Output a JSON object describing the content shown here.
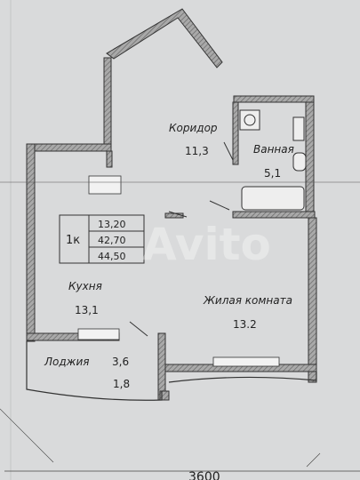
{
  "rooms": {
    "corridor": {
      "name": "Коридор",
      "area": "11,3"
    },
    "bathroom": {
      "name": "Ванная",
      "area": "5,1"
    },
    "kitchen": {
      "name": "Кухня",
      "area": "13,1"
    },
    "living": {
      "name": "Жилая комната",
      "area": "13.2"
    },
    "loggia": {
      "name": "Лоджия",
      "area": "3,6",
      "area2": "1,8"
    }
  },
  "summary": {
    "type": "1к",
    "living_area": "13,20",
    "total_area": "42,70",
    "total_with_loggia": "44,50"
  },
  "dimension": "3600",
  "watermark": "Avito",
  "colors": {
    "background": "#d9dadb",
    "wall": "#8a8a8a",
    "line": "#333333"
  }
}
